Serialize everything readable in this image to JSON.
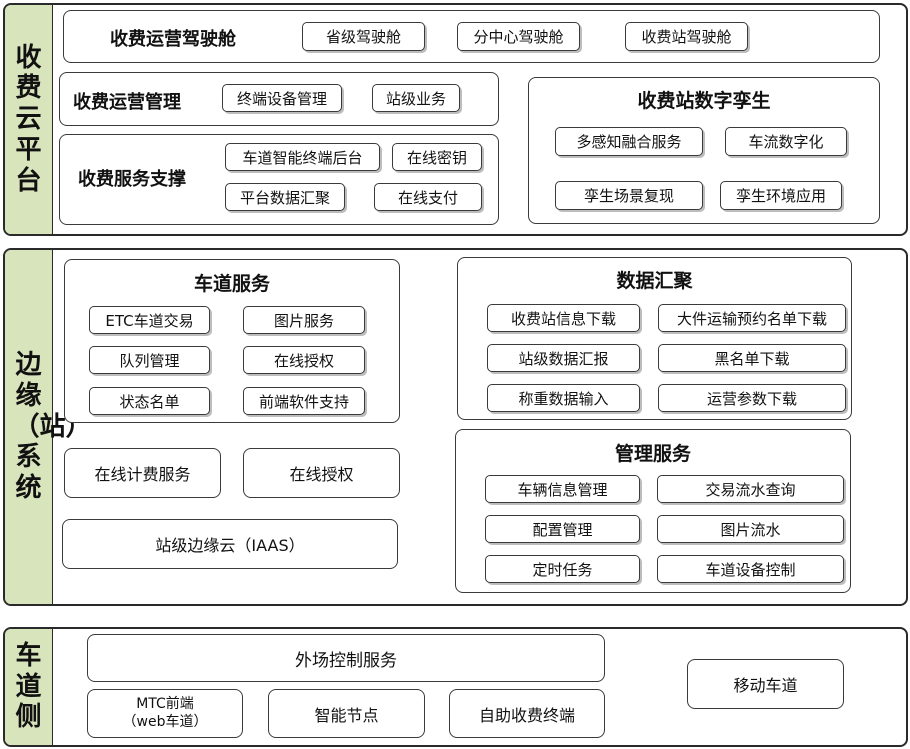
{
  "cloud": {
    "label": "收费云平台",
    "cockpit": {
      "title": "收费运营驾驶舱",
      "items": [
        "省级驾驶舱",
        "分中心驾驶舱",
        "收费站驾驶舱"
      ]
    },
    "ops": {
      "title": "收费运营管理",
      "items": [
        "终端设备管理",
        "站级业务"
      ]
    },
    "support": {
      "title": "收费服务支撑",
      "items": [
        "车道智能终端后台",
        "在线密钥",
        "平台数据汇聚",
        "在线支付"
      ]
    },
    "twin": {
      "title": "收费站数字孪生",
      "items": [
        "多感知融合服务",
        "车流数字化",
        "孪生场景复现",
        "孪生环境应用"
      ]
    }
  },
  "edge": {
    "label": "边缘（站）系统",
    "lane_service": {
      "title": "车道服务",
      "items": [
        "ETC车道交易",
        "图片服务",
        "队列管理",
        "在线授权",
        "状态名单",
        "前端软件支持"
      ]
    },
    "online_billing": "在线计费服务",
    "online_auth": "在线授权",
    "edge_cloud": "站级边缘云（IAAS）",
    "data_agg": {
      "title": "数据汇聚",
      "items": [
        "收费站信息下载",
        "大件运输预约名单下载",
        "站级数据汇报",
        "黑名单下载",
        "称重数据输入",
        "运营参数下载"
      ]
    },
    "mgmt": {
      "title": "管理服务",
      "items": [
        "车辆信息管理",
        "交易流水查询",
        "配置管理",
        "图片流水",
        "定时任务",
        "车道设备控制"
      ]
    }
  },
  "lane": {
    "label": "车道侧",
    "field_control": "外场控制服务",
    "mtc_line1": "MTC前端",
    "mtc_line2": "（web车道）",
    "smart_node": "智能节点",
    "self_terminal": "自助收费终端",
    "mobile_lane": "移动车道"
  }
}
